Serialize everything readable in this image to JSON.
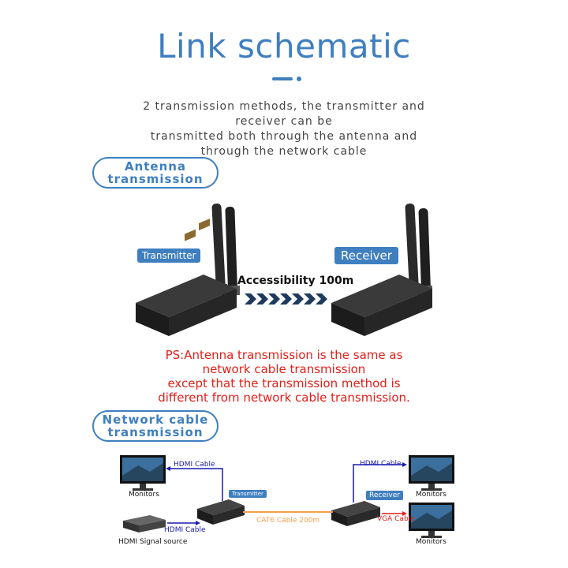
{
  "header": {
    "title": "Link schematic",
    "intro_lines": [
      "2 transmission methods, the transmitter and",
      "receiver can be",
      "transmitted both through the antenna and",
      "through the network cable"
    ]
  },
  "antenna_section": {
    "pill_line1": "Antenna",
    "pill_line2": "transmission",
    "transmitter_label": "Transmitter",
    "receiver_label": "Receiver",
    "range_label": "Accessibility 100m",
    "ps_lines": [
      "PS:Antenna transmission is the same as",
      "network cable transmission",
      "except that the transmission method is",
      "different from network cable transmission."
    ]
  },
  "network_section": {
    "pill_line1": "Network cable",
    "pill_line2": "transmission",
    "monitors_left": "Monitors",
    "hdmi_cable_left_top": "HDMI Cable",
    "hdmi_source": "HDMI Signal source",
    "hdmi_cable_left_bottom": "HDMI Cable",
    "transmitter_tag": "Transmitter",
    "cat6_label": "CAT6  Cable 200m",
    "receiver_tag": "Receiver",
    "hdmi_cable_right": "HDMI Cable",
    "vga_cable": "VGA Cable",
    "monitors_right_top": "Monitors",
    "monitors_right_bottom": "Monitors"
  },
  "colors": {
    "accent_blue": "#3f7fc0",
    "ps_red": "#e0201a",
    "cat6_orange": "#f3a04a",
    "hdmi_blue": "#1a1ab0",
    "vga_red": "#e0201a"
  }
}
